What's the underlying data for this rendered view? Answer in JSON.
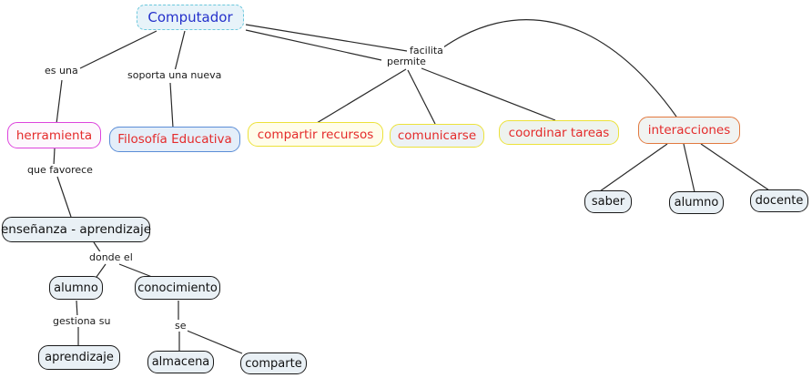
{
  "diagram": {
    "type": "concept-map",
    "root_concept": "Computador",
    "colors": {
      "canvas_bg": "#ffffff",
      "root_text": "#2531cb",
      "root_border": "#6cc8dc",
      "root_bg": "#e7f3f9",
      "concept_red_text": "#e42b2b",
      "magenta_border": "#dd44dd",
      "blue_border": "#5b8dd6",
      "yellow_border": "#ece23a",
      "orange_border": "#e2793f",
      "plain_border": "#1a1a1a",
      "plain_bg": "#e9f0f5",
      "line_color": "#2a2a2a"
    }
  },
  "nodes": {
    "computador": {
      "label": "Computador"
    },
    "herramienta": {
      "label": "herramienta"
    },
    "filosofia": {
      "label": "Filosofía Educativa"
    },
    "compartir": {
      "label": "compartir recursos"
    },
    "comunicarse": {
      "label": "comunicarse"
    },
    "coordinar": {
      "label": "coordinar tareas"
    },
    "interacciones": {
      "label": "interacciones"
    },
    "saber": {
      "label": "saber"
    },
    "alumno_right": {
      "label": "alumno"
    },
    "docente": {
      "label": "docente"
    },
    "ensenanza": {
      "label": "enseñanza - aprendizaje"
    },
    "alumno_left": {
      "label": "alumno"
    },
    "conocimiento": {
      "label": "conocimiento"
    },
    "aprendizaje": {
      "label": "aprendizaje"
    },
    "almacena": {
      "label": "almacena"
    },
    "comparte": {
      "label": "comparte"
    }
  },
  "linking_phrases": {
    "es_una": {
      "text": "es una"
    },
    "soporta": {
      "text": "soporta una nueva"
    },
    "facilita": {
      "text": "facilita"
    },
    "permite": {
      "text": "permite"
    },
    "que_favorece": {
      "text": "que favorece"
    },
    "donde_el": {
      "text": "donde el"
    },
    "gestiona_su": {
      "text": "gestiona su"
    },
    "se": {
      "text": "se"
    }
  }
}
